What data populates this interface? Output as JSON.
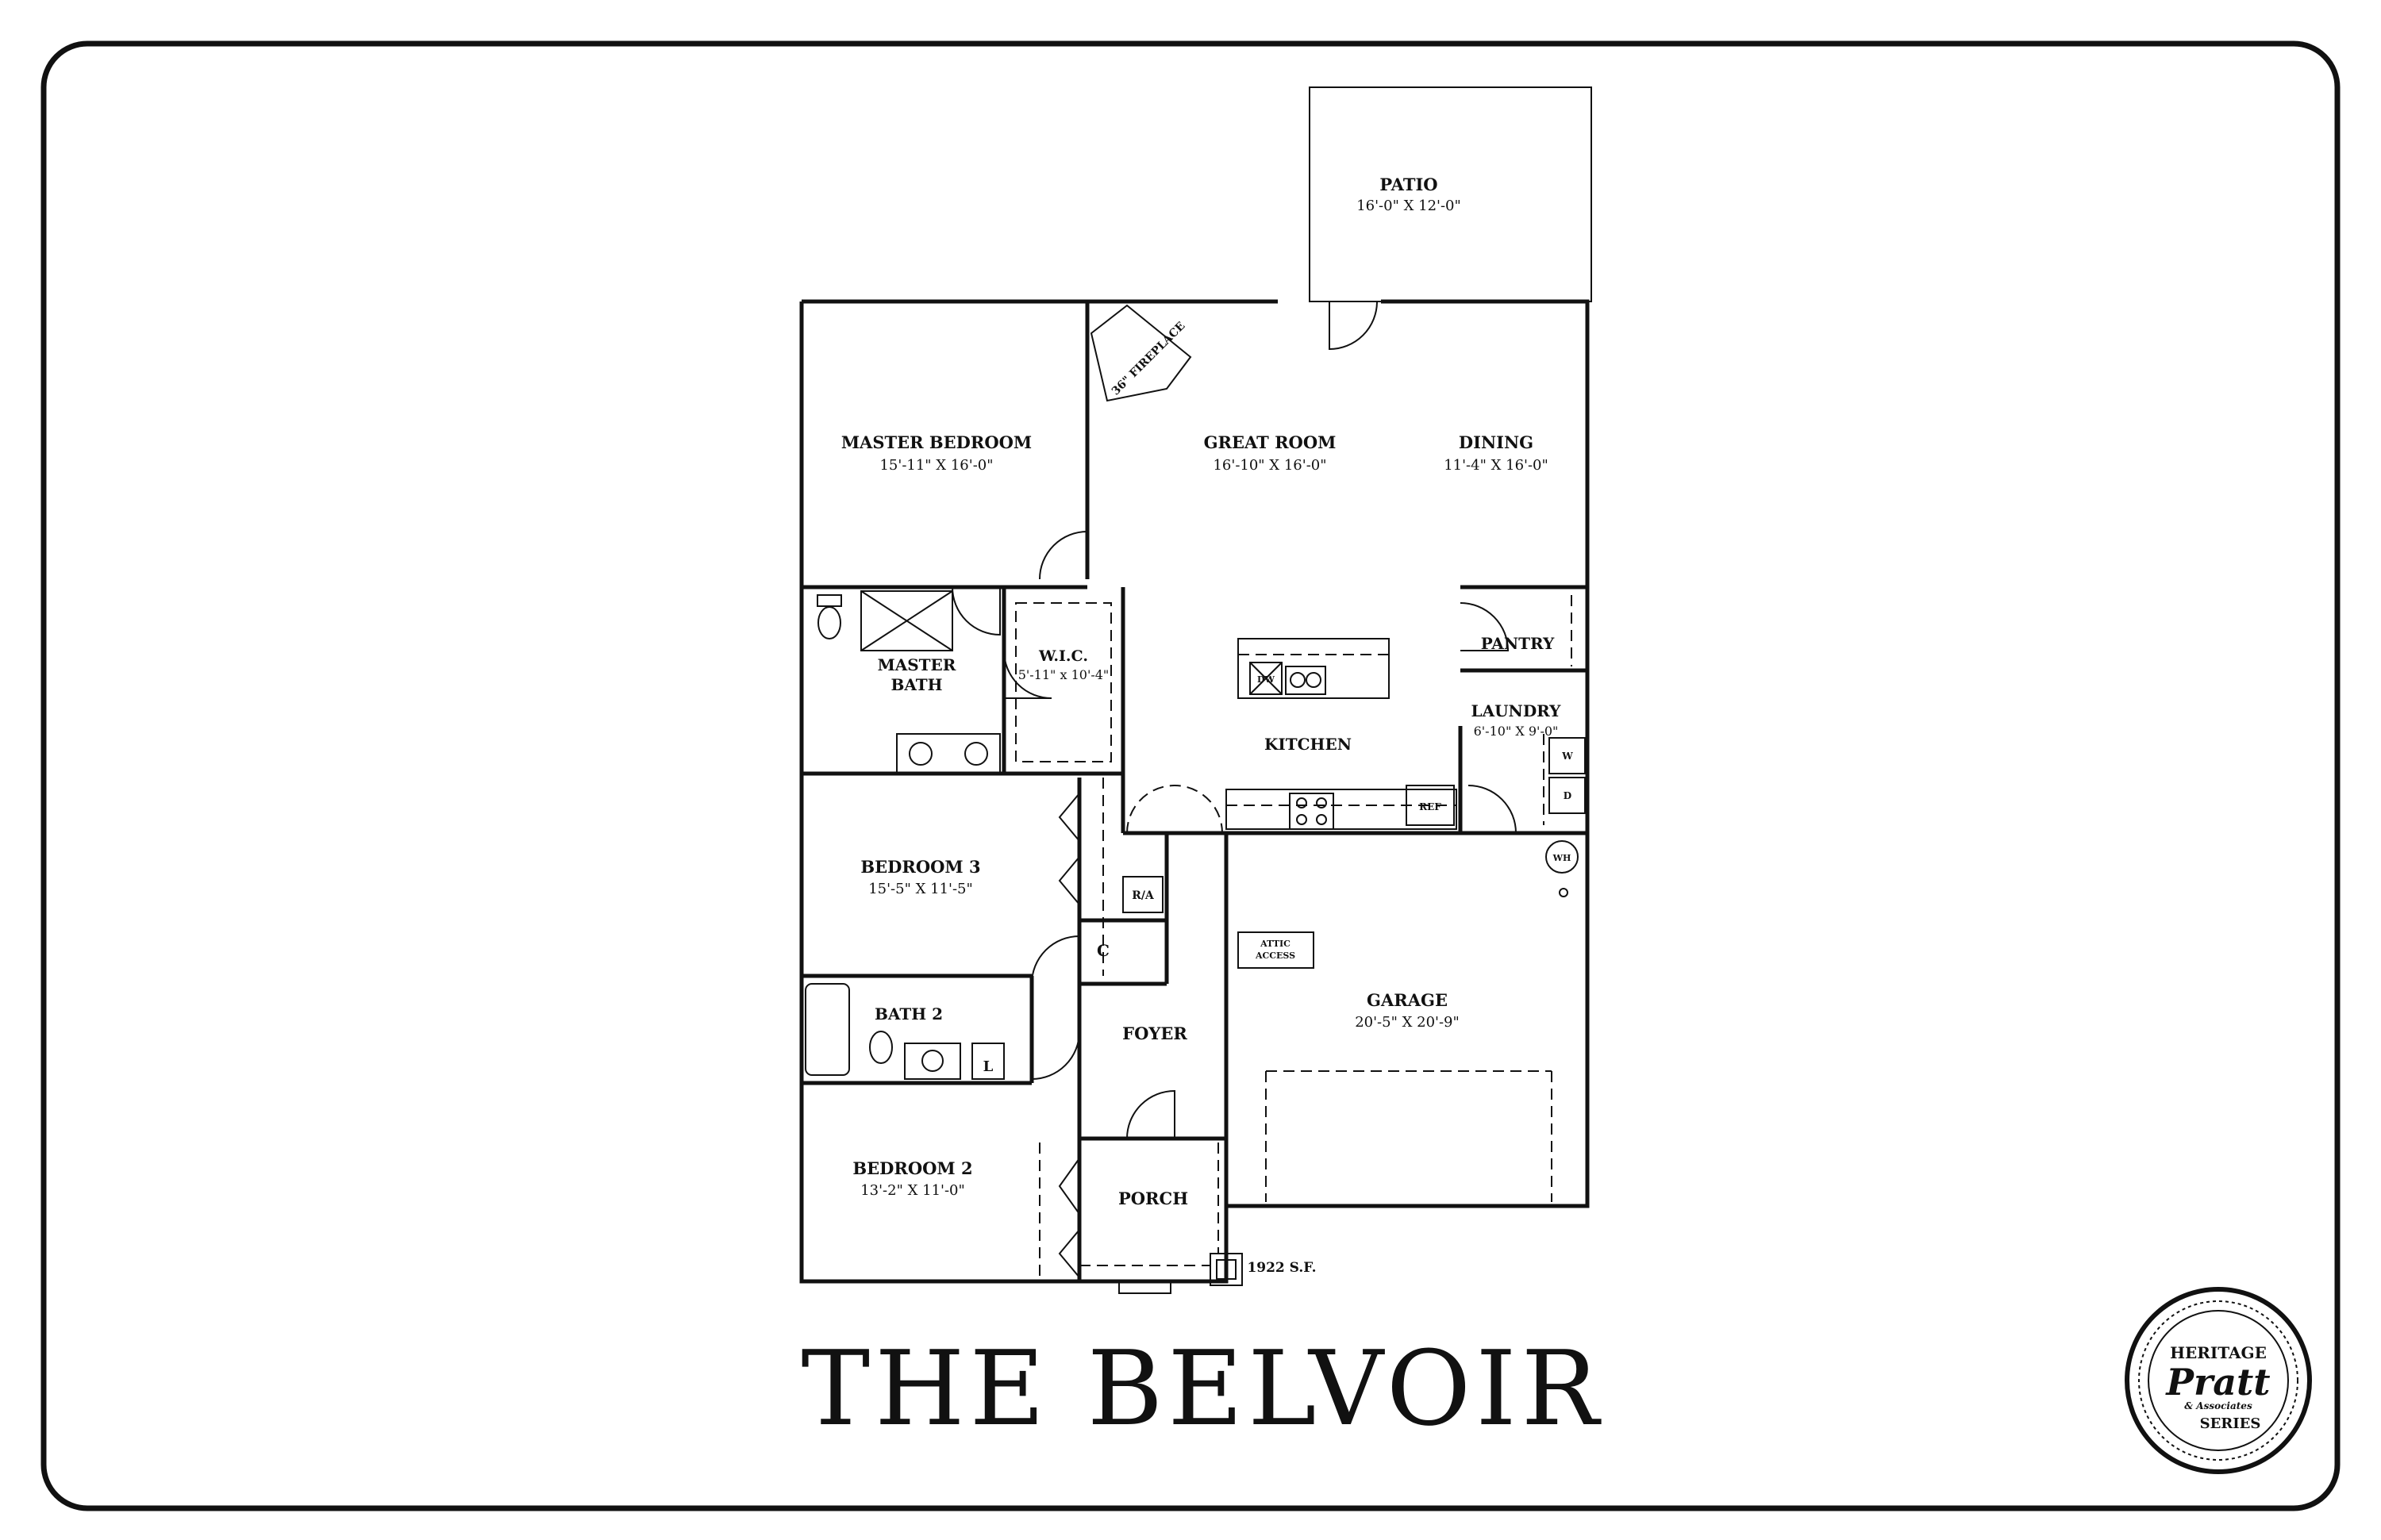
{
  "plan_title": "THE BELVOIR",
  "square_footage": "1922 S.F.",
  "rooms": {
    "patio": {
      "name": "PATIO",
      "size": "16'-0\" X 12'-0\""
    },
    "master_bedroom": {
      "name": "MASTER BEDROOM",
      "size": "15'-11\" X 16'-0\""
    },
    "great_room": {
      "name": "GREAT ROOM",
      "size": "16'-10\" X 16'-0\""
    },
    "dining": {
      "name": "DINING",
      "size": "11'-4\" X 16'-0\""
    },
    "master_bath": {
      "name_line1": "MASTER",
      "name_line2": "BATH"
    },
    "wic": {
      "name": "W.I.C.",
      "size": "5'-11\" x 10'-4\""
    },
    "pantry": {
      "name": "PANTRY"
    },
    "laundry": {
      "name": "LAUNDRY",
      "size": "6'-10\" X 9'-0\""
    },
    "kitchen": {
      "name": "KITCHEN"
    },
    "bedroom3": {
      "name": "BEDROOM 3",
      "size": "15'-5\" X 11'-5\""
    },
    "bath2": {
      "name": "BATH 2"
    },
    "foyer": {
      "name": "FOYER"
    },
    "garage": {
      "name": "GARAGE",
      "size": "20'-5\" X 20'-9\""
    },
    "bedroom2": {
      "name": "BEDROOM 2",
      "size": "13'-2\" X 11'-0\""
    },
    "porch": {
      "name": "PORCH"
    }
  },
  "fixtures": {
    "fireplace": "36\" FIREPLACE",
    "attic_line1": "ATTIC",
    "attic_line2": "ACCESS",
    "ref": "REF",
    "ra": "R/A",
    "closet": "C",
    "linen": "L",
    "water_heater": "WH",
    "dishwasher": "DW",
    "washer": "W",
    "dryer": "D"
  },
  "seal": {
    "top": "HERITAGE",
    "brand": "Pratt",
    "sub": "& Associates",
    "bottom": "SERIES"
  }
}
